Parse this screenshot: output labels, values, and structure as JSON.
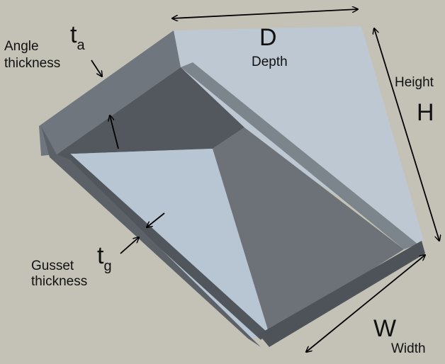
{
  "labels": {
    "angle_line1": "Angle",
    "angle_line2": "thickness",
    "ta_main": "t",
    "ta_sub": "a",
    "depth_letter": "D",
    "depth_word": "Depth",
    "height_word": "Height",
    "height_letter": "H",
    "gusset_line1": "Gusset",
    "gusset_line2": "thickness",
    "tg_main": "t",
    "tg_sub": "g",
    "width_letter": "W",
    "width_word": "Width"
  },
  "colors": {
    "background": "#c4c2b6",
    "top_face": "#bdc8d3",
    "left_face": "#6f767d",
    "edge_dark": "#50565b",
    "gusset_light": "#b8c5d2",
    "gusset_dark": "#6c7278",
    "inner_dark": "#52585e"
  }
}
